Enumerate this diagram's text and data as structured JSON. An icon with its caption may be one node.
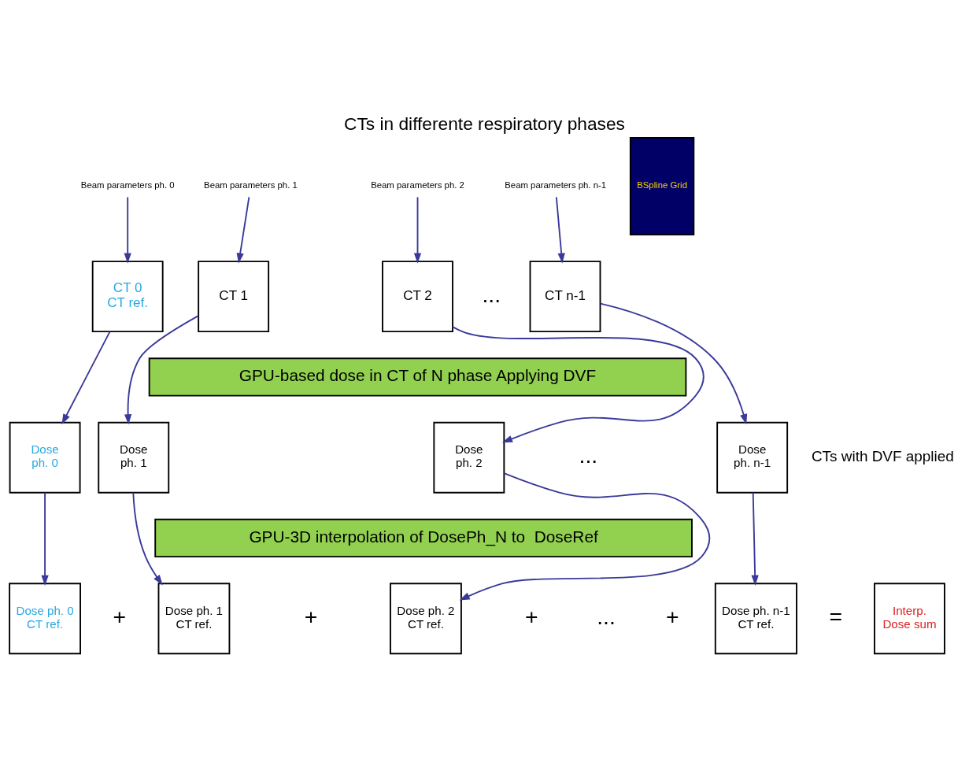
{
  "diagram": {
    "title": "CTs in differente respiratory phases",
    "nodes": [
      {
        "text": [
          "Beam parameters ph. 0"
        ]
      },
      {
        "text": [
          "Beam parameters ph. 1"
        ]
      },
      {
        "text": [
          "Beam parameters ph. 2"
        ]
      },
      {
        "text": [
          "Beam parameters ph. n-1"
        ]
      },
      {
        "text": [
          "CT 0",
          "CT ref."
        ]
      },
      {
        "text": [
          "CT 1"
        ]
      },
      {
        "text": [
          "CT 2"
        ]
      },
      {
        "text": [
          "CT n-1"
        ]
      },
      {
        "text": [
          "Dose",
          "ph. 0"
        ]
      },
      {
        "text": [
          "Dose",
          "ph. 1"
        ]
      },
      {
        "text": [
          "Dose",
          "ph. 2"
        ]
      },
      {
        "text": [
          "Dose",
          "ph. n-1"
        ]
      },
      {
        "text": [
          "GPU-based dose in CT of N phase Applying DVF"
        ]
      },
      {
        "text": [
          "GPU-3D interpolation of DosePh_N to  DoseRef"
        ]
      },
      {
        "text": [
          "Dose ph. 0",
          "CT ref."
        ]
      },
      {
        "text": [
          "Dose ph. 1",
          "CT ref."
        ]
      },
      {
        "text": [
          "Dose ph. 2",
          "CT ref."
        ]
      },
      {
        "text": [
          "Dose ph. n-1",
          "CT ref."
        ]
      },
      {
        "text": [
          "Interp.",
          "Dose sum"
        ]
      },
      {
        "text": [
          "BSpline Grid"
        ]
      }
    ],
    "edges": [
      {
        "from": 0,
        "to": 4,
        "arrow": "to"
      },
      {
        "from": 1,
        "to": 5,
        "arrow": "to"
      },
      {
        "from": 2,
        "to": 6,
        "arrow": "to"
      },
      {
        "from": 3,
        "to": 7,
        "arrow": "to"
      },
      {
        "from": 4,
        "to": 8,
        "arrow": "to"
      },
      {
        "from": 5,
        "to": 9,
        "arrow": "to"
      },
      {
        "from": 6,
        "to": 10,
        "arrow": "to"
      },
      {
        "from": 7,
        "to": 11,
        "arrow": "to"
      },
      {
        "from": 8,
        "to": 14,
        "arrow": "to"
      },
      {
        "from": 9,
        "to": 15,
        "arrow": "to"
      },
      {
        "from": 10,
        "to": 16,
        "arrow": "to"
      },
      {
        "from": 11,
        "to": 17,
        "arrow": "to"
      }
    ],
    "labels": [
      "...",
      "...",
      "CTs with DVF applied",
      "+",
      "+",
      "+",
      "...",
      "+",
      "="
    ]
  }
}
